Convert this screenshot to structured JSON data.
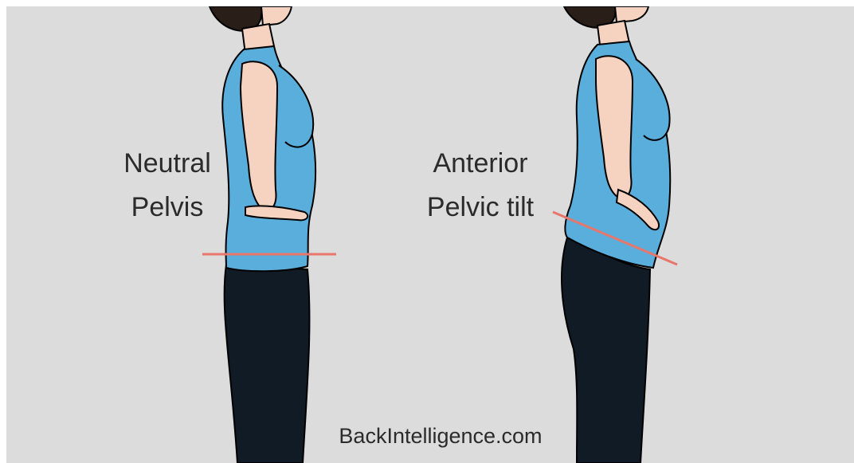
{
  "left_label": {
    "line1": "Neutral",
    "line2": "Pelvis"
  },
  "right_label": {
    "line1": "Anterior",
    "line2": "Pelvic tilt"
  },
  "watermark": "BackIntelligence.com",
  "colors": {
    "background": "#dcdcdc",
    "tank_top": "#5aaedc",
    "pants": "#111b26",
    "skin": "#f6d3c0",
    "hair": "#2a1e18",
    "pelvis_line": "#e8766a"
  }
}
